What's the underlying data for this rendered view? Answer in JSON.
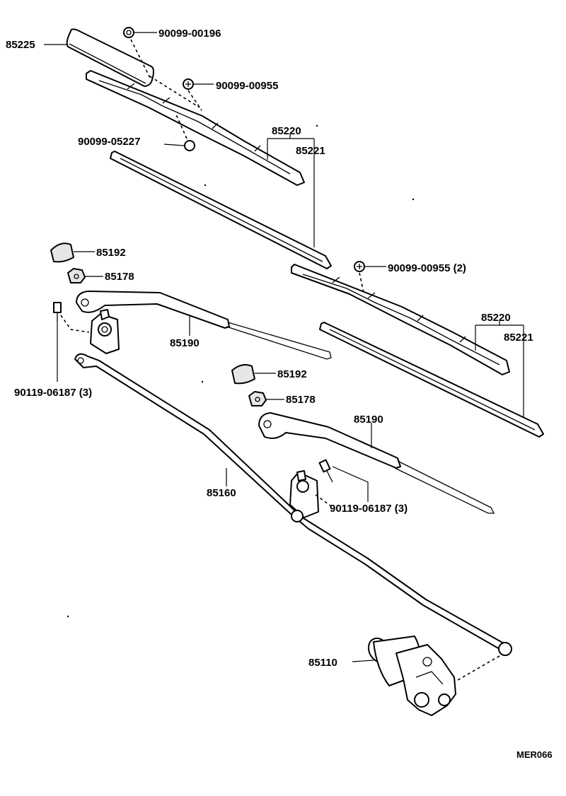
{
  "labels": {
    "wiper_cover": "85225",
    "bolt_top": "90099-00196",
    "screw_upper": "90099-00955",
    "washer_upper": "90099-05227",
    "blade_upper_assy": "85220",
    "blade_upper_rubber": "85221",
    "cap_left": "85192",
    "nut_left": "85178",
    "screw_lower": "90099-00955 (2)",
    "arm_left": "85190",
    "blade_lower_assy": "85220",
    "blade_lower_rubber": "85221",
    "bolt_left": "90119-06187 (3)",
    "cap_right": "85192",
    "nut_right": "85178",
    "arm_right": "85190",
    "link_rod": "85160",
    "bolt_right": "90119-06187 (3)",
    "motor": "85110",
    "diagram_code": "MER066"
  }
}
